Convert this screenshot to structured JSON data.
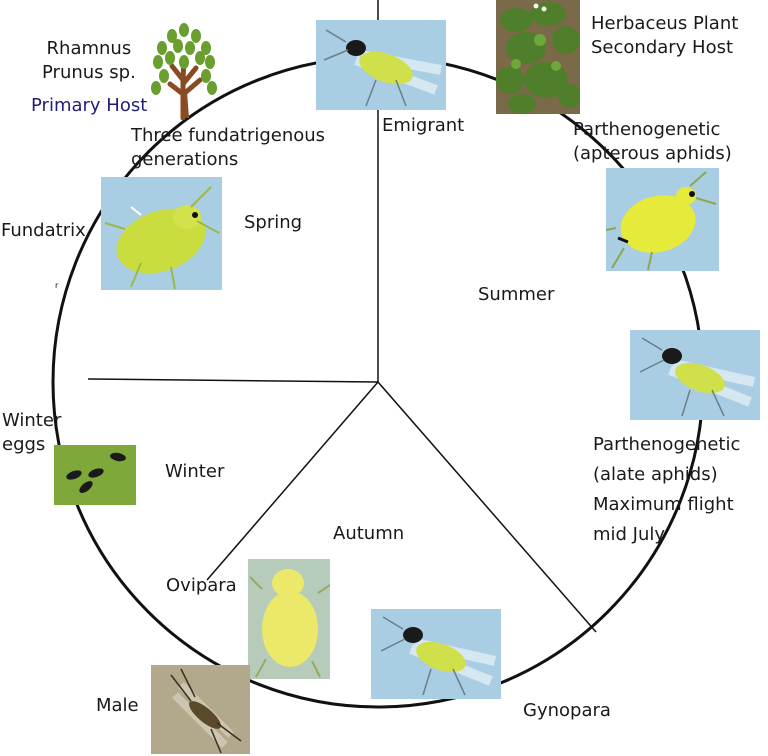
{
  "primary_host": {
    "lines": [
      "Rhamnus",
      "Prunus sp."
    ],
    "caption": "Primary Host",
    "caption_color": "#1f1f7a"
  },
  "secondary_host": {
    "lines": [
      "Herbaceus Plant",
      "Secondary Host"
    ]
  },
  "stages": {
    "fundatrigenous": [
      "Three fundatrigenous",
      "generations"
    ],
    "emigrant": "Emigrant",
    "apterous": [
      "Parthenogenetic",
      "(apterous aphids)"
    ],
    "fundatrix": "Fundatrix",
    "alate": [
      "Parthenogenetic",
      "(alate aphids)",
      "Maximum flight",
      "mid July"
    ],
    "winter_eggs": [
      "Winter",
      "eggs"
    ],
    "ovipara": "Ovipara",
    "male": "Male",
    "gynopara": "Gynopara"
  },
  "seasons": {
    "spring": "Spring",
    "summer": "Summer",
    "winter": "Winter",
    "autumn": "Autumn"
  },
  "icons": {
    "tree": "tree-icon",
    "aphid": "aphid-photo",
    "eggs": "eggs-photo"
  },
  "colors": {
    "aphid_yellow": "#d8e84a",
    "photo_bg": "#a9cde3",
    "leaf_green": "#6a9e2f",
    "trunk": "#8a4a22",
    "stroke": "#111111"
  }
}
